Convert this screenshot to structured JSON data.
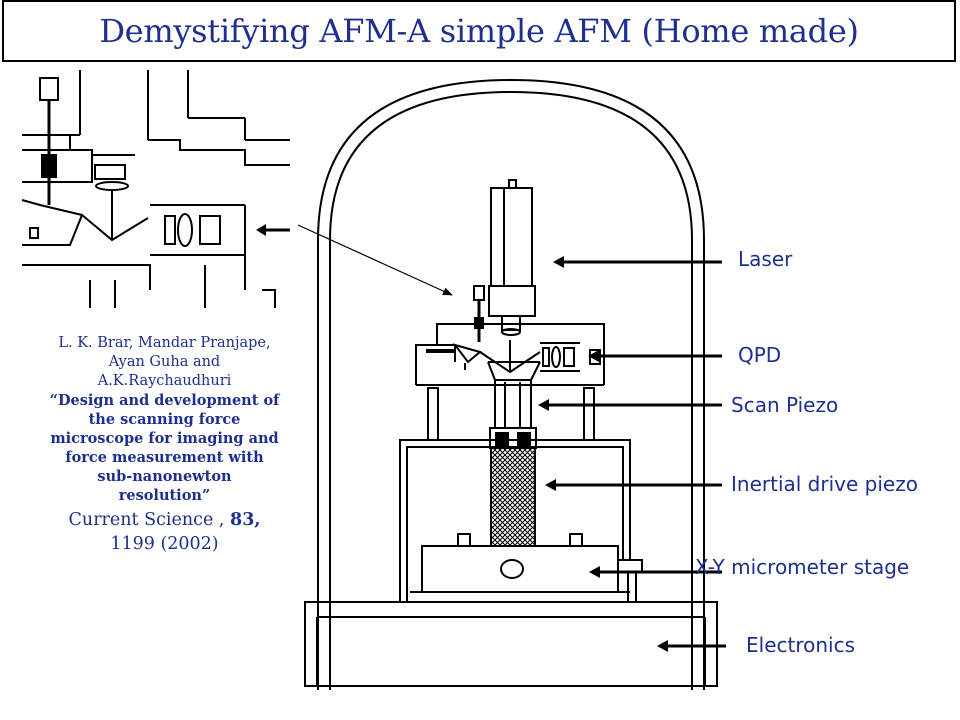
{
  "title": "Demystifying  AFM-A simple AFM (Home made)",
  "reference": {
    "authors_line1": "L. K. Brar, Mandar Pranjape,",
    "authors_line2": "Ayan Guha and",
    "authors_line3": "A.K.Raychaudhuri",
    "paper_title_lines": [
      "“Design and development of",
      "the scanning force",
      "microscope for imaging and",
      "force measurement with",
      "sub-nanonewton",
      "resolution”"
    ],
    "journal_prefix": "Current Science , ",
    "volume": "83,",
    "pages_year": "1199 (2002)"
  },
  "labels": {
    "laser": "Laser",
    "qpd": "QPD",
    "scan_piezo": "Scan Piezo",
    "inertial_drive": "Inertial drive piezo",
    "xy_stage": "X-Y micrometer stage",
    "electronics": "Electronics"
  },
  "colors": {
    "text_accent": "#1f2f8f",
    "line": "#000000"
  }
}
